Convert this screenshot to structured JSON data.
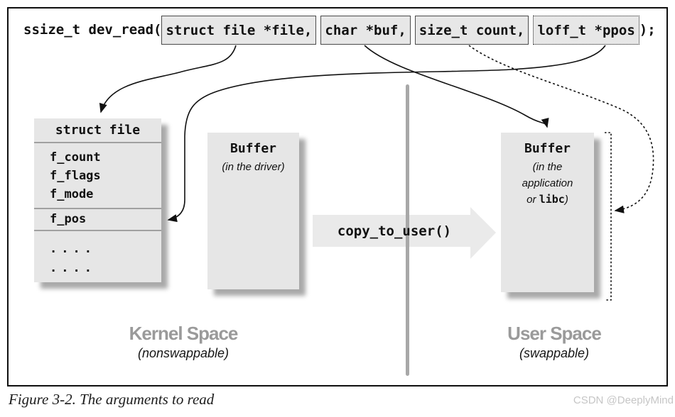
{
  "signature": {
    "prefix": "ssize_t dev_read(",
    "args": [
      {
        "label": "struct file *file,",
        "style": "solid"
      },
      {
        "label": "char *buf,",
        "style": "solid"
      },
      {
        "label": "size_t count,",
        "style": "solid"
      },
      {
        "label": "loff_t *ppos",
        "style": "dotted"
      }
    ],
    "suffix": ");"
  },
  "struct_file": {
    "title": "struct file",
    "fields": [
      "f_count",
      "f_flags",
      "f_mode"
    ],
    "pos_field": "f_pos",
    "dots": [
      "....",
      "...."
    ]
  },
  "driver_buffer": {
    "title": "Buffer",
    "subtitle": "(in the driver)"
  },
  "user_buffer": {
    "title": "Buffer",
    "subtitle_line1": "(in the",
    "subtitle_line2": "application",
    "subtitle_line3_prefix": "or ",
    "subtitle_line3_code": "libc",
    "subtitle_line3_suffix": ")"
  },
  "copy_arrow": {
    "label": "copy_to_user()"
  },
  "regions": {
    "kernel": {
      "title": "Kernel Space",
      "subtitle": "(nonswappable)"
    },
    "user": {
      "title": "User Space",
      "subtitle": "(swappable)"
    }
  },
  "caption": "Figure 3-2. The arguments to read",
  "watermark": "CSDN @DeeplyMind",
  "colors": {
    "panel_fill": "#e6e6e6",
    "arg_box_fill": "#e7e7e7",
    "copy_arrow_fill": "#eaeaea",
    "divider_gray": "#a8a8a8",
    "region_label_gray": "#9a9a9a",
    "watermark_gray": "#c6c6c6",
    "arrow_black": "#111111"
  }
}
